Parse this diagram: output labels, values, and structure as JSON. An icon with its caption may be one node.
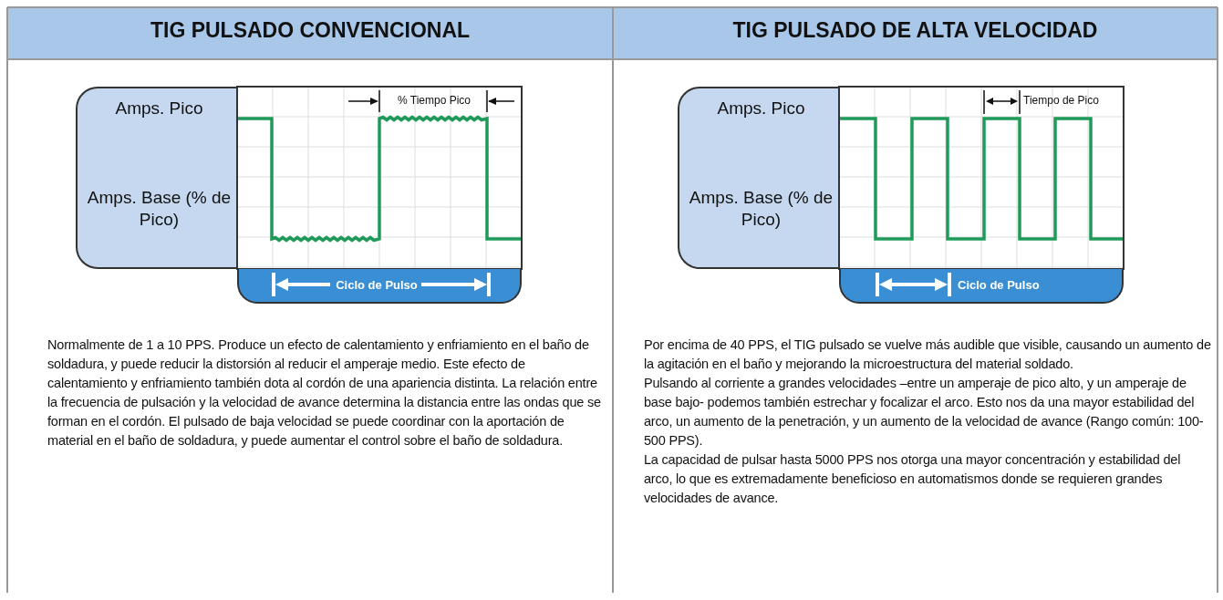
{
  "diagram": {
    "labels": [
      "TIG PULSADO CONVENCIONAL",
      "TIG PULSADO DE ALTA VELOCIDAD",
      "Amps. Pico",
      "% Tiempo Pico",
      "Amps. Base (% de Pico)",
      "Ciclo de Pulso",
      "Amps. Pico",
      "Tiempo de Pico",
      "Amps. Base (% de Pico)",
      "Ciclo de Pulso",
      "Normalmente de 1 a 10 PPS. Produce un efecto de calentamiento y enfriamiento en el baño de soldadura, y puede reducir la distorsión al reducir el amperaje medio. Este efecto de calentamiento y enfriamiento también dota al cordón de una apariencia distinta. La relación entre la frecuencia de pulsación y la velocidad de avance determina la distancia entre las ondas que se forman en el cordón. El pulsado de baja velocidad se puede coordinar con la aportación de material en el baño de soldadura, y puede aumentar el control sobre el baño de soldadura.",
      "Por encima de 40 PPS, el TIG pulsado se vuelve más audible que visible, causando un aumento de la agitación en el baño y mejorando la microestructura del material soldado.",
      "Pulsando al corriente a grandes velocidades –entre un amperaje de pico alto, y un amperaje de base bajo- podemos también estrechar y focalizar el arco. Esto nos da una mayor estabilidad del arco, un aumento de la penetración, y un aumento de la velocidad de avance (Rango común: 100- 500 PPS).",
      "La capacidad de pulsar hasta 5000 PPS nos otorga una mayor  concentración y estabilidad del arco, lo que es extremadamente beneficioso en automatismos donde se requieren grandes velocidades de avance."
    ]
  }
}
